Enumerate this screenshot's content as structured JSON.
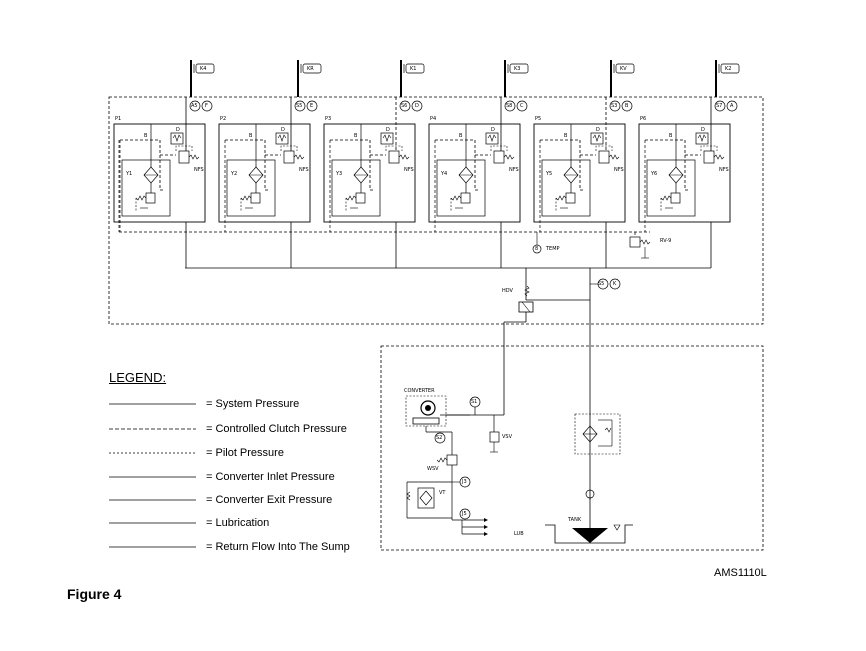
{
  "header_tags": [
    "K4",
    "KR",
    "K1",
    "K3",
    "KV",
    "K2"
  ],
  "ports": [
    {
      "num": "A5",
      "letter": "F"
    },
    {
      "num": "S5",
      "letter": "E"
    },
    {
      "num": "S6",
      "letter": "D"
    },
    {
      "num": "S8",
      "letter": "C"
    },
    {
      "num": "S3",
      "letter": "B"
    },
    {
      "num": "S7",
      "letter": "A"
    }
  ],
  "modules": [
    {
      "name": "P1",
      "solenoid": "Y1"
    },
    {
      "name": "P2",
      "solenoid": "Y2"
    },
    {
      "name": "P3",
      "solenoid": "Y3"
    },
    {
      "name": "P4",
      "solenoid": "Y4"
    },
    {
      "name": "P5",
      "solenoid": "Y5"
    },
    {
      "name": "P6",
      "solenoid": "Y6"
    }
  ],
  "module_labels": {
    "b": "B",
    "d": "D",
    "nfs": "NFS"
  },
  "temp": {
    "num": "8",
    "label": "TEMP"
  },
  "rv": "RV-9",
  "hdv": "HDV",
  "main_port": {
    "num": "S5",
    "letter": "K"
  },
  "converter": "CONVERTER",
  "bottom_ports": {
    "s1": "S1",
    "s2": "S2",
    "j3": "J3",
    "j5": "J5"
  },
  "wsv": "WSV",
  "vsv": "VSV",
  "vt": "VT",
  "lub": "LUB",
  "tank": "TANK",
  "legend": {
    "title": "LEGEND:",
    "items": [
      {
        "label": "= System Pressure",
        "style": "solid"
      },
      {
        "label": "= Controlled Clutch Pressure",
        "style": "dashed"
      },
      {
        "label": "= Pilot Pressure",
        "style": "dashed"
      },
      {
        "label": "= Converter Inlet Pressure",
        "style": "solid"
      },
      {
        "label": "= Converter Exit Pressure",
        "style": "solid"
      },
      {
        "label": "= Lubrication",
        "style": "solid"
      },
      {
        "label": "= Return Flow Into The Sump",
        "style": "solid"
      }
    ]
  },
  "code": "AMS1110L",
  "figure_label": "Figure 4"
}
